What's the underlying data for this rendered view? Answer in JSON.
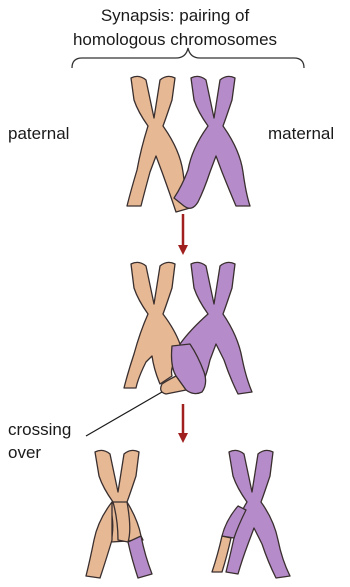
{
  "title": {
    "line1": "Synapsis: pairing of",
    "line2": "homologous chromosomes"
  },
  "labels": {
    "paternal": "paternal",
    "maternal": "maternal",
    "crossing_line1": "crossing",
    "crossing_line2": "over"
  },
  "colors": {
    "paternal": "#E7B894",
    "maternal": "#B58CC9",
    "outline": "#3a2f2f",
    "arrow": "#A01F1F",
    "text": "#1a1a1a"
  }
}
